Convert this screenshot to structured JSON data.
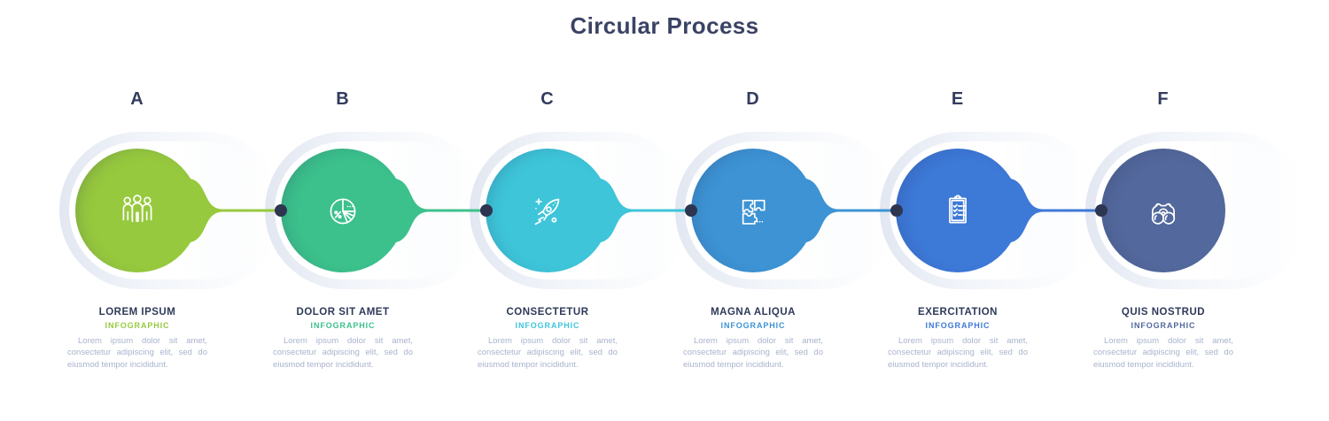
{
  "title": "Circular Process",
  "colors": {
    "title_text": "#3b4365",
    "letter_text": "#333b5e",
    "heading_text": "#2e3a59",
    "body_text": "#a9b3cd",
    "dot": "#2e3550",
    "pill_rim": "#e2e7f1"
  },
  "steps": [
    {
      "letter": "A",
      "heading": "LOREM IPSUM",
      "subtitle": "INFOGRAPHIC",
      "description": "Lorem ipsum dolor sit amet, consectetur adipiscing elit, sed do eiusmod tempor incididunt.",
      "color": "#97c93e",
      "icon": "team-icon"
    },
    {
      "letter": "B",
      "heading": "DOLOR SIT AMET",
      "subtitle": "INFOGRAPHIC",
      "description": "Lorem ipsum dolor sit amet, consectetur adipiscing elit, sed do eiusmod tempor incididunt.",
      "color": "#3cc18c",
      "icon": "pie-chart-icon"
    },
    {
      "letter": "C",
      "heading": "CONSECTETUR",
      "subtitle": "INFOGRAPHIC",
      "description": "Lorem ipsum dolor sit amet, consectetur adipiscing elit, sed do eiusmod tempor incididunt.",
      "color": "#3ec5d9",
      "icon": "rocket-icon"
    },
    {
      "letter": "D",
      "heading": "MAGNA ALIQUA",
      "subtitle": "INFOGRAPHIC",
      "description": "Lorem ipsum dolor sit amet, consectetur adipiscing elit, sed do eiusmod tempor incididunt.",
      "color": "#3d93d4",
      "icon": "puzzle-icon"
    },
    {
      "letter": "E",
      "heading": "EXERCITATION",
      "subtitle": "INFOGRAPHIC",
      "description": "Lorem ipsum dolor sit amet, consectetur adipiscing elit, sed do eiusmod tempor incididunt.",
      "color": "#3d79d7",
      "icon": "checklist-icon"
    },
    {
      "letter": "F",
      "heading": "QUIS NOSTRUD",
      "subtitle": "INFOGRAPHIC",
      "description": "Lorem ipsum dolor sit amet, consectetur adipiscing elit, sed do eiusmod tempor incididunt.",
      "color": "#53689c",
      "icon": "binoculars-icon"
    }
  ]
}
